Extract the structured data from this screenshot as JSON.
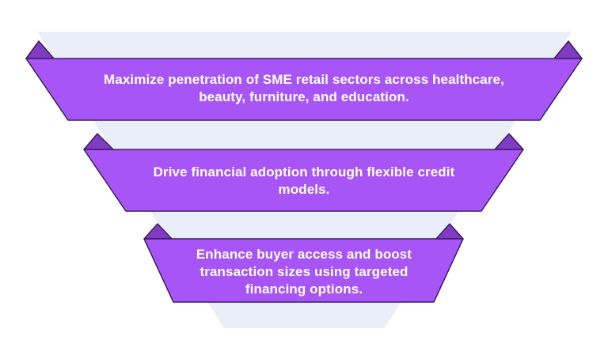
{
  "funnel": {
    "colors": {
      "background_funnel": "#e9eef9",
      "band_fill": "#a855f7",
      "band_fold": "#7f3bc4",
      "band_stroke": "#3b1d5e",
      "text": "#ffffff"
    },
    "stages": [
      {
        "text": "Maximize penetration of SME retail sectors across healthcare, beauty, furniture, and education."
      },
      {
        "text": "Drive financial adoption through flexible credit models."
      },
      {
        "text": "Enhance buyer access and boost transaction sizes using targeted financing options."
      }
    ]
  }
}
